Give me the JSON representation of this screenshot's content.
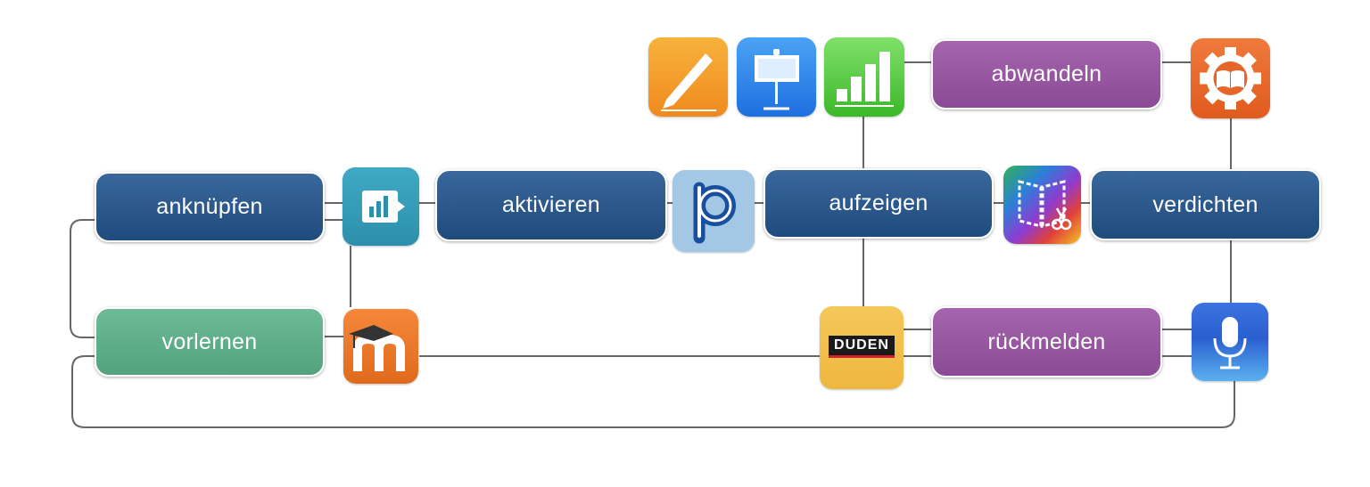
{
  "nodes": {
    "anknuepfen": "anknüpfen",
    "aktivieren": "aktivieren",
    "aufzeigen": "aufzeigen",
    "verdichten": "verdichten",
    "abwandeln": "abwandeln",
    "vorlernen": "vorlernen",
    "rueckmelden": "rückmelden"
  },
  "icons": {
    "pages": "pages-icon",
    "keynote": "keynote-icon",
    "numbers": "numbers-icon",
    "book_creator": "book-gear-icon",
    "explain": "explain-chart-icon",
    "padlet": "padlet-icon",
    "book_cut": "book-scissors-icon",
    "moodle": "moodle-icon",
    "duden": "duden-icon",
    "microphone": "microphone-icon"
  },
  "duden_label": "DUDEN",
  "colors": {
    "blue_node": "#2b5a8c",
    "purple_node": "#9a5aa3",
    "green_node": "#5fae8a",
    "connector": "#666666"
  }
}
